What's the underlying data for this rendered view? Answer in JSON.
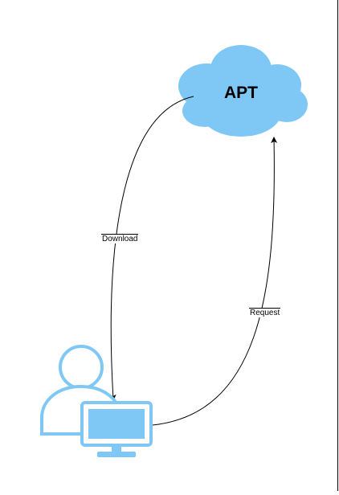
{
  "diagram": {
    "cloud": {
      "label": "APT",
      "fill_color": "#7fc8f5"
    },
    "user_icon": {
      "icon": "user-computer-icon",
      "stroke_color": "#7fc8f5",
      "screen_fill": "#7fc8f5"
    },
    "edges": [
      {
        "label": "Download",
        "from": "APT",
        "to": "user-computer"
      },
      {
        "label": "Request",
        "from": "user-computer",
        "to": "APT"
      }
    ],
    "edge_color": "#000000"
  }
}
